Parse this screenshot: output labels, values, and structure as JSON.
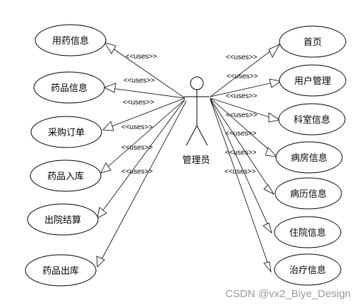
{
  "actor": {
    "label": "管理员"
  },
  "stereotype": "<<uses>>",
  "left_use_cases": [
    {
      "label": "用药信息"
    },
    {
      "label": "药品信息"
    },
    {
      "label": "采购订单"
    },
    {
      "label": "药品入库"
    },
    {
      "label": "出院结算"
    },
    {
      "label": "药品出库"
    }
  ],
  "right_use_cases": [
    {
      "label": "首页"
    },
    {
      "label": "用户管理"
    },
    {
      "label": "科室信息"
    },
    {
      "label": "病房信息"
    },
    {
      "label": "病历信息"
    },
    {
      "label": "住院信息"
    },
    {
      "label": "治疗信息"
    }
  ],
  "watermark": "CSDN @vx2_Biye_Design"
}
